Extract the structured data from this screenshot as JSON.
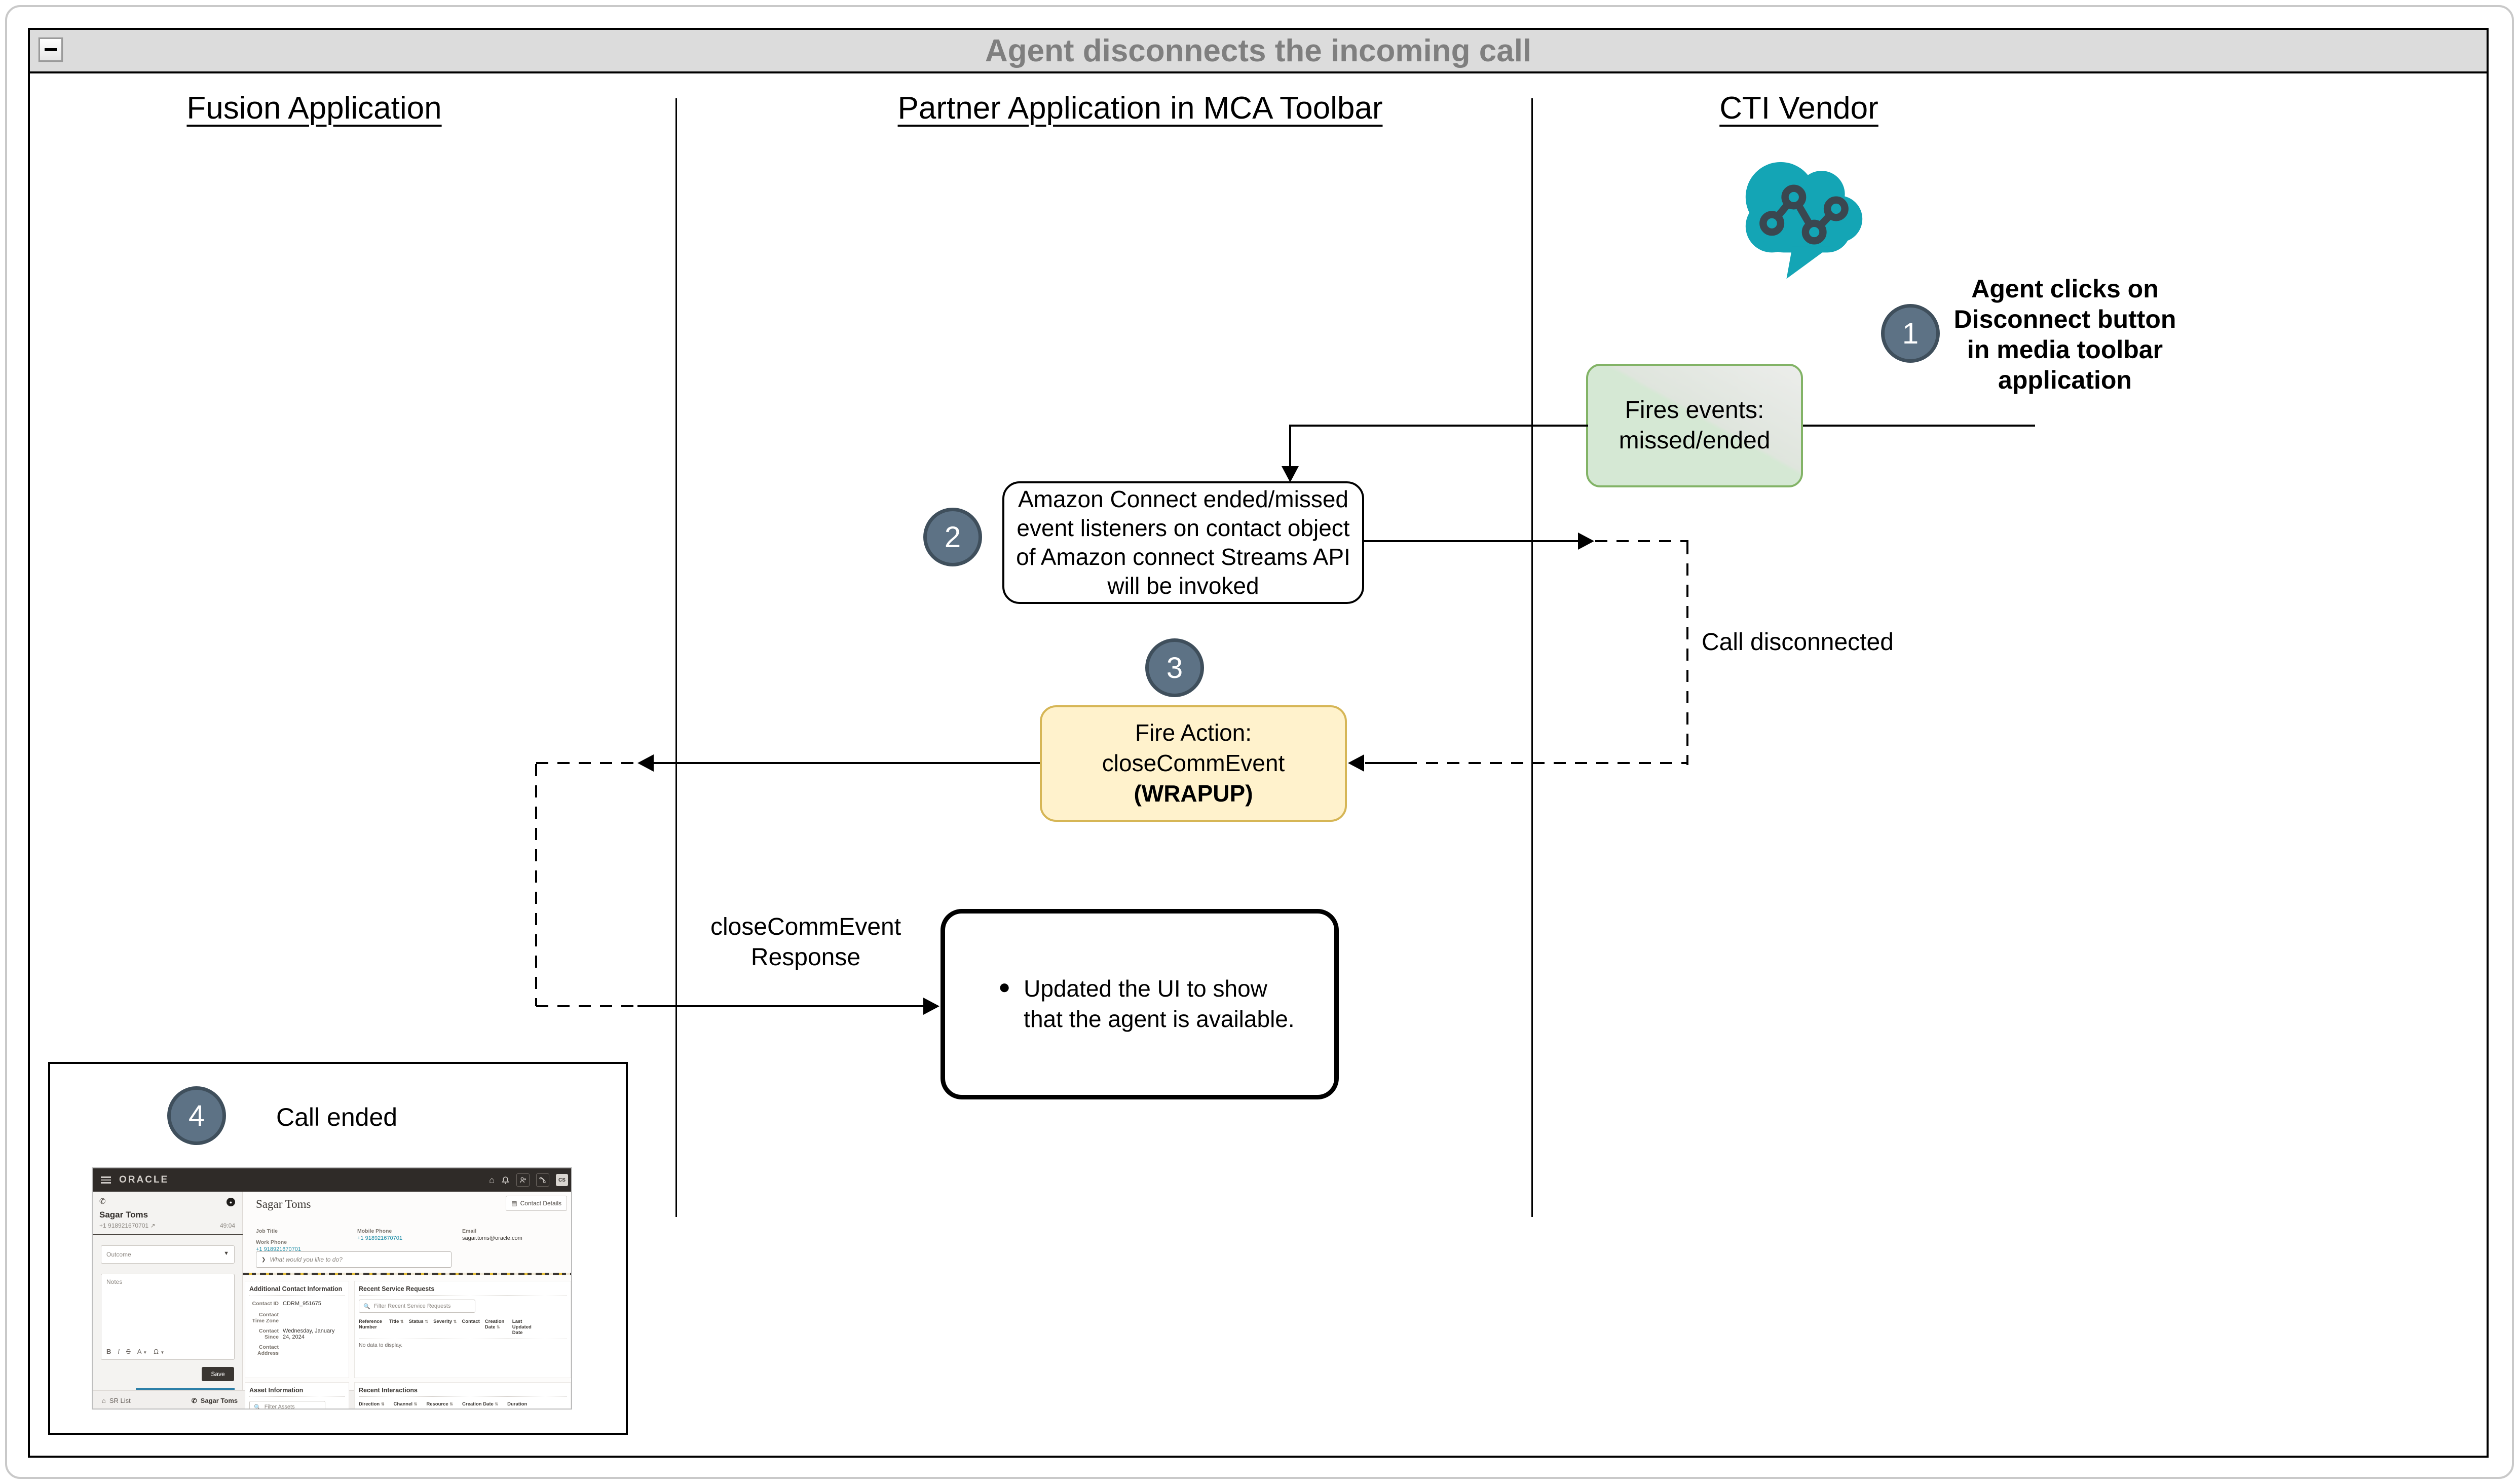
{
  "diagram": {
    "title": "Agent disconnects the incoming call",
    "lanes": {
      "fusion": "Fusion Application",
      "partner": "Partner Application in MCA Toolbar",
      "cti": "CTI Vendor"
    },
    "step1": {
      "number": "1",
      "line1": "Agent clicks on",
      "line2": "Disconnect button",
      "line3": "in media toolbar",
      "line4": "application"
    },
    "fires_box": {
      "line1": "Fires events:",
      "line2": "missed/ended"
    },
    "step2": {
      "number": "2",
      "line1": "Amazon Connect ended/missed",
      "line2": "event listeners on contact object",
      "line3": "of Amazon connect Streams API",
      "line4": "will be invoked"
    },
    "call_disconnected": "Call disconnected",
    "step3": {
      "number": "3",
      "line1": "Fire Action:",
      "line2": "closeCommEvent",
      "line3": "(WRAPUP)"
    },
    "response_label": {
      "line1": "closeCommEvent",
      "line2": "Response"
    },
    "ui_box": {
      "bullet1": "Updated the UI to show that the agent is available."
    },
    "step4": {
      "number": "4",
      "label": "Call ended"
    }
  },
  "colors": {
    "accent_teal": "#14A5B5",
    "step_circle_fill": "#5D7285",
    "step_circle_border": "#3F4F5C",
    "green_fill": "#D5E8D4",
    "green_border": "#82B366",
    "yellow_fill": "#FFF2CC",
    "yellow_border": "#D6B656",
    "titlebar_bg": "#DCDCDC",
    "title_text": "#7F7F7F"
  },
  "icons": {
    "collapse": "minus",
    "cti_cloud": "cloud-network",
    "filter": "magnifier",
    "home": "house",
    "bell": "notification-bell",
    "phone": "handset"
  },
  "mini_app": {
    "topbar": {
      "logo": "ORACLE",
      "avatar": "CS"
    },
    "softphone": {
      "name": "Sagar Toms",
      "phone": "+1 918921670701",
      "timer": "49:04",
      "outcome_placeholder": "Outcome",
      "notes_placeholder": "Notes",
      "toolbar": {
        "bold": "B",
        "italic": "I",
        "strike": "S",
        "font": "A",
        "omega": "Ω"
      },
      "save": "Save"
    },
    "tabs": {
      "sr_list": "SR List",
      "contact": "Sagar Toms"
    },
    "main": {
      "heading": "Sagar Toms",
      "contact_details": "Contact Details",
      "job_title_label": "Job Title",
      "work_phone_label": "Work Phone",
      "work_phone": "+1 918921670701",
      "mobile_phone_label": "Mobile Phone",
      "mobile_phone": "+1 918921670701",
      "email_label": "Email",
      "email": "sagar.toms@oracle.com",
      "search_placeholder": "What would you like to do?",
      "aci": {
        "title": "Additional Contact Information",
        "contact_id_label": "Contact ID",
        "contact_id": "CDRM_951675",
        "tz_label": "Contact Time Zone",
        "since_label": "Contact Since",
        "since_value": "Wednesday, January 24, 2024",
        "address_label": "Contact Address"
      },
      "rsr": {
        "title": "Recent Service Requests",
        "filter_placeholder": "Filter Recent Service Requests",
        "col0": "Reference Number",
        "col1": "Title",
        "col2": "Status",
        "col3": "Severity",
        "col4": "Contact",
        "col5": "Creation Date",
        "col6": "Last Updated Date",
        "empty": "No data to display."
      },
      "assets": {
        "title": "Asset Information",
        "filter_placeholder": "Filter Assets"
      },
      "ri": {
        "title": "Recent Interactions",
        "col0": "Direction",
        "col1": "Channel",
        "col2": "Resource",
        "col3": "Creation Date",
        "col4": "Duration"
      }
    }
  }
}
